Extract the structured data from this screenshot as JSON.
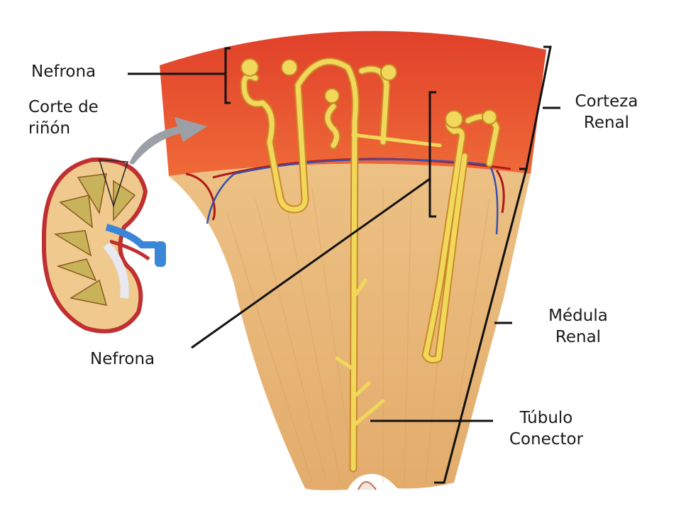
{
  "labels": {
    "nefrona_top": "Nefrona",
    "corte_line1": "Corte de",
    "corte_line2": "riñón",
    "nefrona_bottom": "Nefrona",
    "corteza_line1": "Corteza",
    "corteza_line2": "Renal",
    "medula_line1": "Médula",
    "medula_line2": "Renal",
    "tubulo_line1": "Túbulo",
    "tubulo_line2": "Conector"
  },
  "colors": {
    "cortex": "#e8532a",
    "medulla": "#e9b87a",
    "tubule": "#f2d85a",
    "vessel_red": "#b01818",
    "vessel_blue": "#3a4fb0",
    "kidney_outline": "#c03030",
    "pyramid": "#c9b35a",
    "blue_vessel": "#3a86d8",
    "arrow": "#9aa0a6",
    "line": "#111111"
  }
}
